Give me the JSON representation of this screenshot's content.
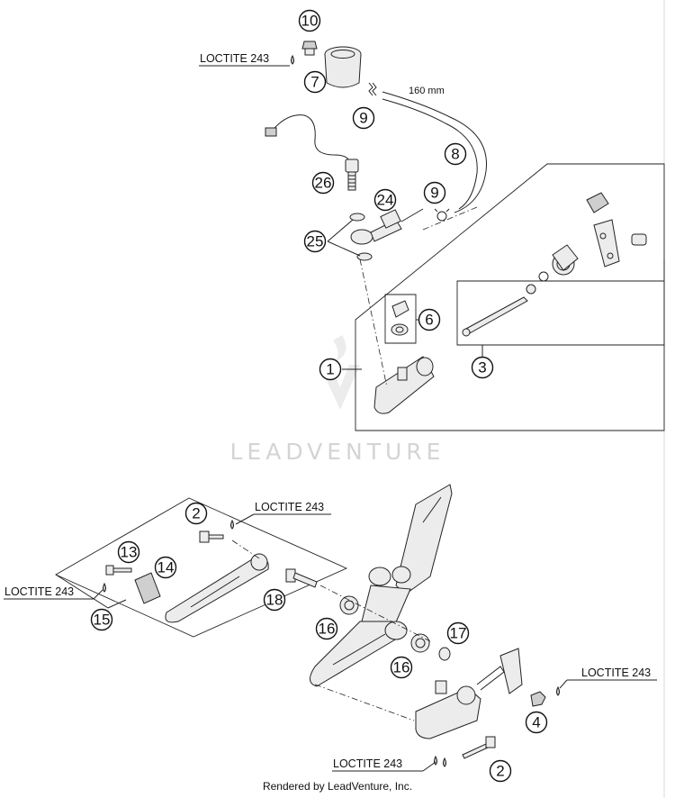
{
  "callouts": {
    "c10": "10",
    "c7": "7",
    "c9a": "9",
    "c8": "8",
    "c26": "26",
    "c24": "24",
    "c9b": "9",
    "c25": "25",
    "c6": "6",
    "c1": "1",
    "c3": "3",
    "c2a": "2",
    "c13": "13",
    "c14": "14",
    "c18": "18",
    "c15": "15",
    "c16a": "16",
    "c17": "17",
    "c16b": "16",
    "c4": "4",
    "c2b": "2"
  },
  "labels": {
    "loctite_top": "LOCTITE 243",
    "loctite_mid": "LOCTITE 243",
    "loctite_left": "LOCTITE 243",
    "loctite_right": "LOCTITE 243",
    "loctite_bottom": "LOCTITE 243",
    "hose_length": "160 mm"
  },
  "watermark": "LEADVENTURE",
  "footer": "Rendered by LeadVenture, Inc."
}
